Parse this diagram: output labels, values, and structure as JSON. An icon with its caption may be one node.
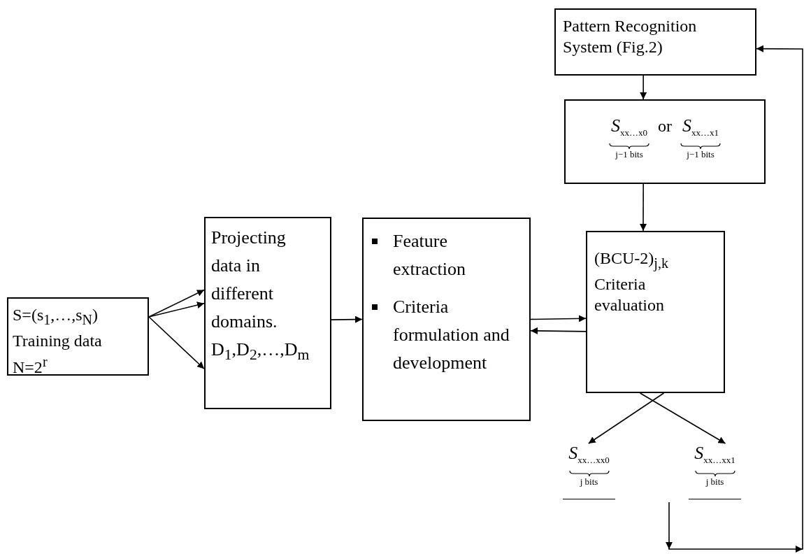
{
  "diagram": {
    "nodes": [
      {
        "text": [
          "S=(s$_{1}$,…,s$_{N}$) Training data N=2$^{r}$"
        ]
      },
      {
        "text": [
          "Projecting data in different domains. D$_{1}$,D$_{2}$,…,D$_{m}$"
        ]
      },
      {
        "text": [
          "Feature extraction",
          "Criteria formulation and development"
        ]
      },
      {
        "text": [
          "Pattern Recognition System (Fig.2)"
        ]
      },
      {
        "text": [
          "S$_{xx…x0}$",
          "j−1 bits",
          "or",
          "S$_{xx…x1}$",
          "j−1 bits"
        ]
      },
      {
        "text": [
          "(BCU-2)$_{j,k}$ Criteria evaluation"
        ]
      },
      {
        "text": [
          "S$_{xx…xx0}$",
          "j bits"
        ]
      },
      {
        "text": [
          "S$_{xx…xx1}$",
          "j bits"
        ]
      }
    ],
    "edges": [
      {
        "from": 0,
        "to": 1,
        "arrow": "to"
      },
      {
        "from": 0,
        "to": 1,
        "arrow": "to"
      },
      {
        "from": 0,
        "to": 1,
        "arrow": "to"
      },
      {
        "from": 1,
        "to": 2,
        "arrow": "to"
      },
      {
        "from": 2,
        "to": 5,
        "arrow": "to"
      },
      {
        "from": 5,
        "to": 2,
        "arrow": "to"
      },
      {
        "from": 3,
        "to": 4,
        "arrow": "to"
      },
      {
        "from": 4,
        "to": 5,
        "arrow": "to"
      },
      {
        "from": 5,
        "to": 6,
        "arrow": "to"
      },
      {
        "from": 5,
        "to": 7,
        "arrow": "to"
      },
      {
        "from": null,
        "to": 3,
        "arrow": "to"
      }
    ]
  }
}
